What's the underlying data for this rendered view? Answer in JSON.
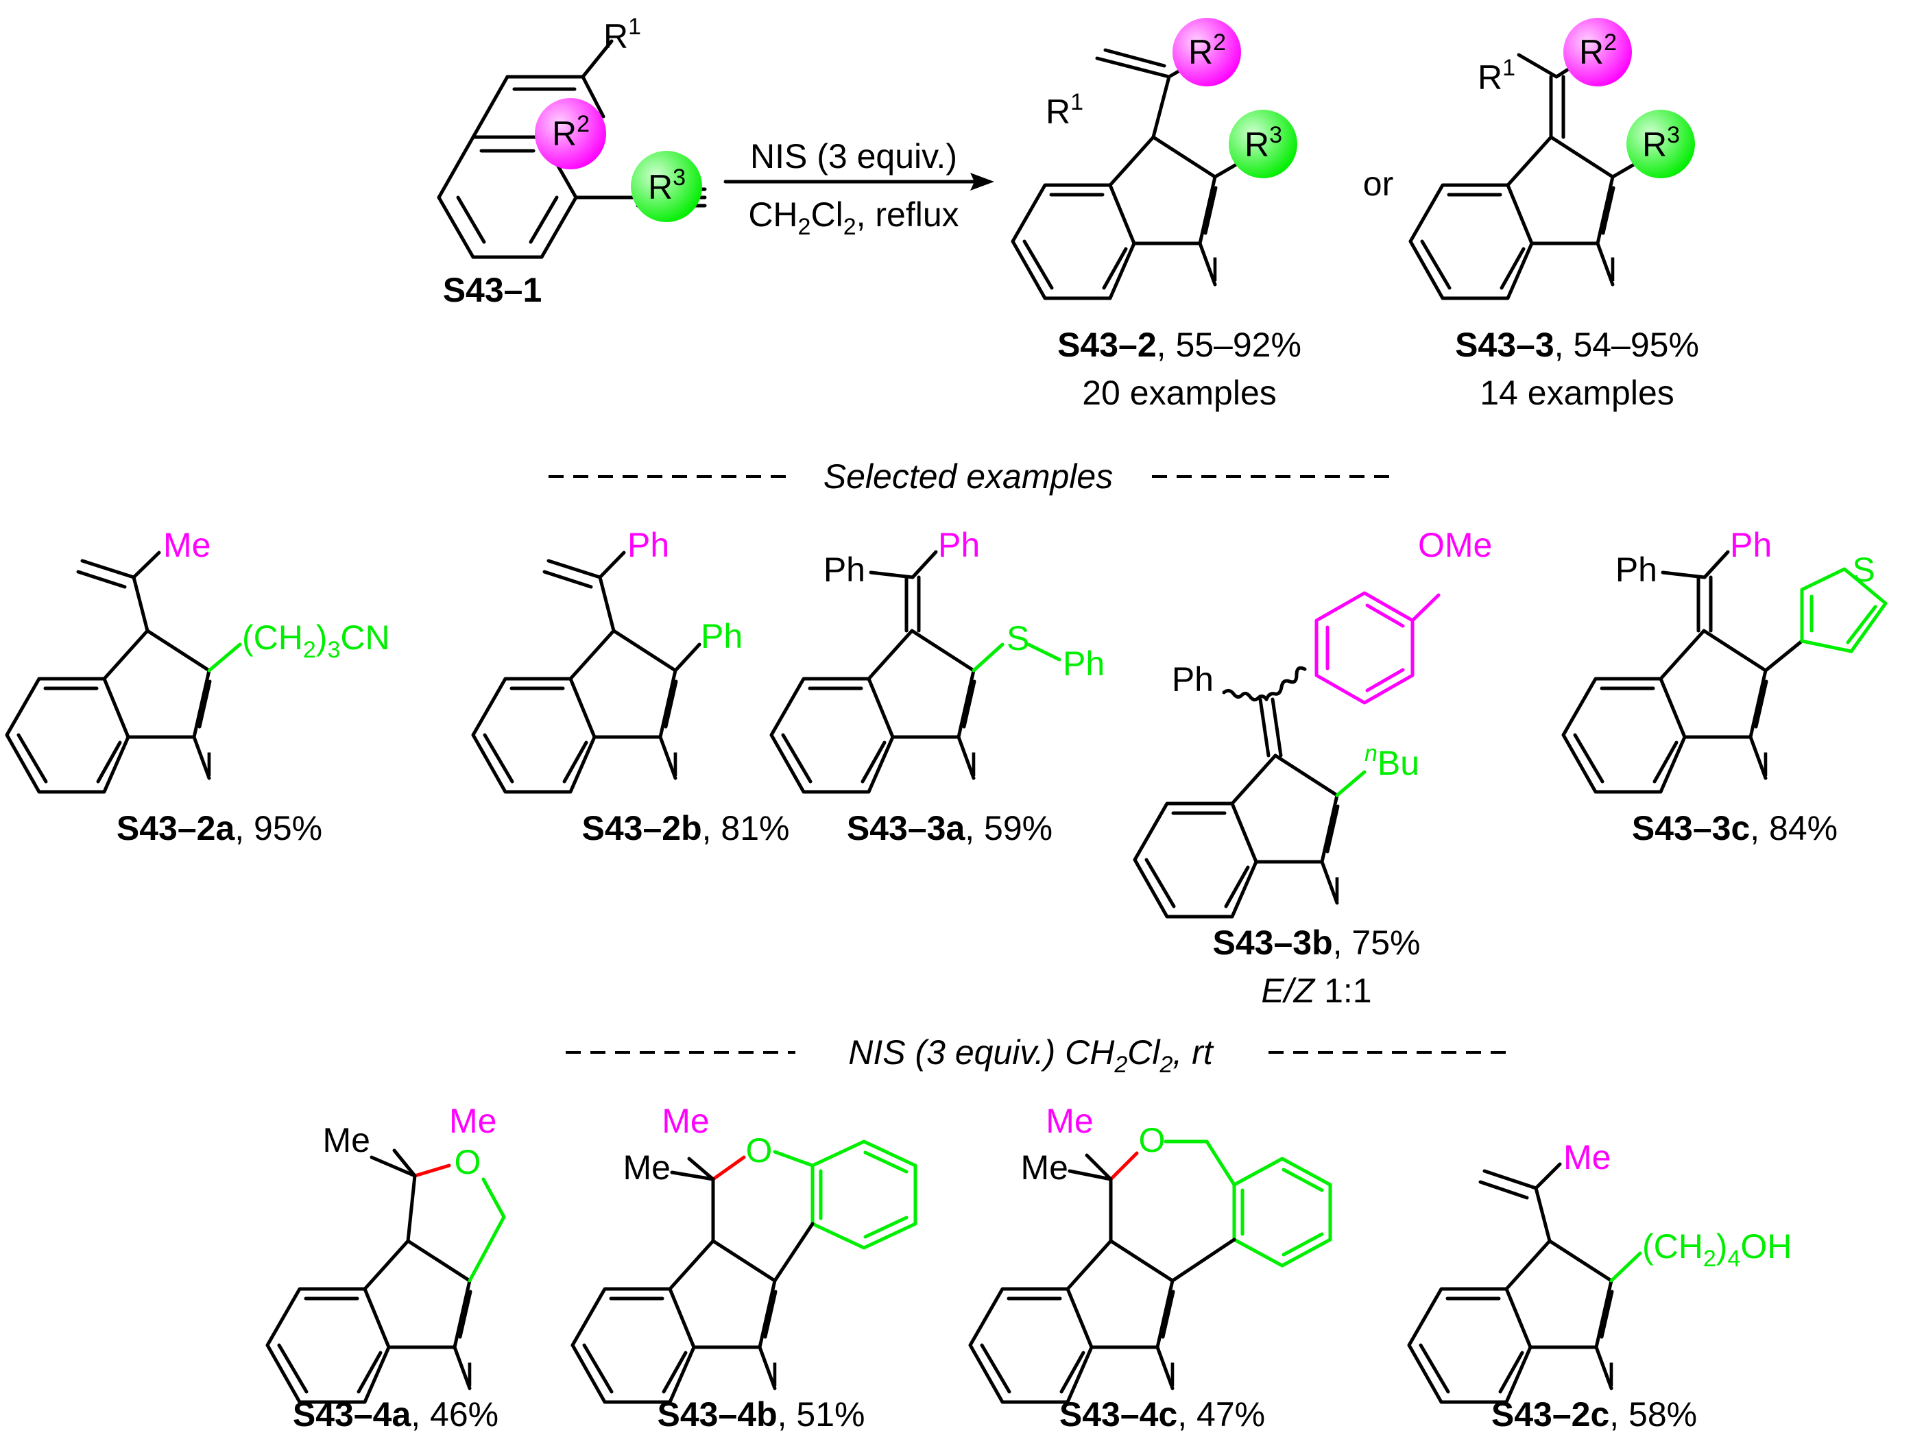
{
  "colors": {
    "r2": "#ff00ff",
    "r3": "#00ee00",
    "new_bond": "#ff0000",
    "ink": "#000000"
  },
  "reactant": {
    "id": "S43–1",
    "labels": {
      "r1": "R",
      "r1_sup": "1",
      "r2": "R",
      "r2_sup": "2",
      "r3": "R",
      "r3_sup": "3"
    }
  },
  "conditions": {
    "reagent": "NIS (3 equiv.)",
    "solvent_prefix": "CH",
    "solvent_sub1": "2",
    "solvent_mid": "Cl",
    "solvent_sub2": "2",
    "solvent_suffix": ", reflux"
  },
  "connector": "or",
  "products": [
    {
      "id": "S43–2",
      "yield": ", 55–92%",
      "examples": "20 examples"
    },
    {
      "id": "S43–3",
      "yield": ", 54–95%",
      "examples": "14 examples"
    }
  ],
  "sections": {
    "selected": "Selected examples",
    "rt_prefix": "NIS (3 equiv.) CH",
    "rt_sub1": "2",
    "rt_mid": "Cl",
    "rt_sub2": "2",
    "rt_suffix": ", rt"
  },
  "atoms": {
    "iodine": "I",
    "me": "Me",
    "ph": "Ph",
    "o": "O",
    "s": "S",
    "ome": "OMe",
    "n": "n",
    "bu": "Bu"
  },
  "examples": [
    {
      "id": "S43–2a",
      "yield": ", 95%",
      "substituent": "(CH",
      "sub_n": "2",
      "sub_tail": ")",
      "sub_n2": "3",
      "sub_end": "CN"
    },
    {
      "id": "S43–2b",
      "yield": ", 81%"
    },
    {
      "id": "S43–3a",
      "yield": ", 59%"
    },
    {
      "id": "S43–3b",
      "yield": ", 75%",
      "ratio_e": "E",
      "ratio_slash": "/",
      "ratio_z": "Z",
      "ratio": " 1:1"
    },
    {
      "id": "S43–3c",
      "yield": ", 84%"
    },
    {
      "id": "S43–4a",
      "yield": ", 46%"
    },
    {
      "id": "S43–4b",
      "yield": ", 51%"
    },
    {
      "id": "S43–4c",
      "yield": ", 47%"
    },
    {
      "id": "S43–2c",
      "yield": ", 58%",
      "substituent": "(CH",
      "sub_n": "2",
      "sub_tail": ")",
      "sub_n2": "4",
      "sub_end": "OH"
    }
  ]
}
